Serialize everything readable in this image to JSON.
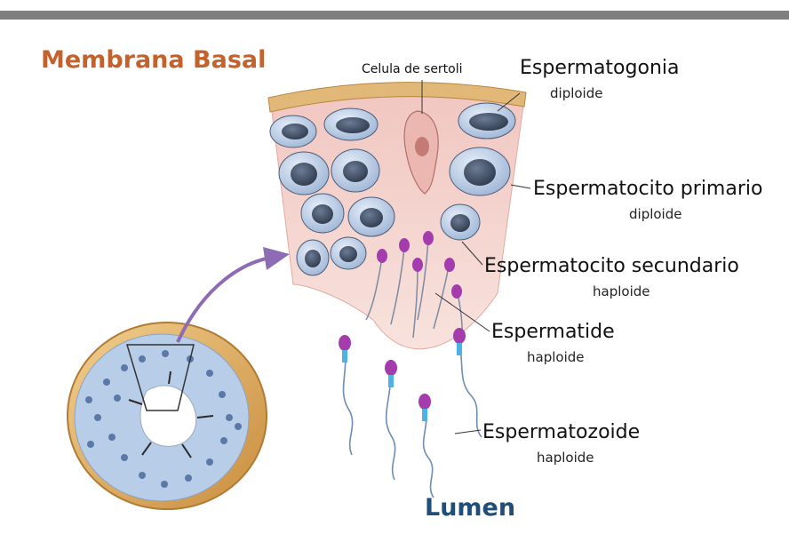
{
  "labels": {
    "membrana_basal": "Membrana Basal",
    "lumen": "Lumen",
    "celula_sertoli": "Celula de sertoli",
    "espermatogonia": "Espermatogonia",
    "espermatogonia_ploidy": "diploide",
    "espermatocito_primario": "Espermatocito primario",
    "espermatocito_primario_ploidy": "diploide",
    "espermatocito_secundario": "Espermatocito secundario",
    "espermatocito_secundario_ploidy": "haploide",
    "espermatide": "Espermatide",
    "espermatide_ploidy": "haploide",
    "espermatozoide": "Espermatozoide",
    "espermatozoide_ploidy": "haploide"
  },
  "colors": {
    "title_orange": "#c4622d",
    "lumen_blue": "#1f4e79",
    "arrow_purple": "#8e6bb5",
    "tissue_pink": "#f3cfc9",
    "membrane_tan": "#e2b878",
    "cell_blue": "#b9cbe3",
    "nucleus_dark": "#3f4d63",
    "sperm_head": "#a43cae"
  }
}
